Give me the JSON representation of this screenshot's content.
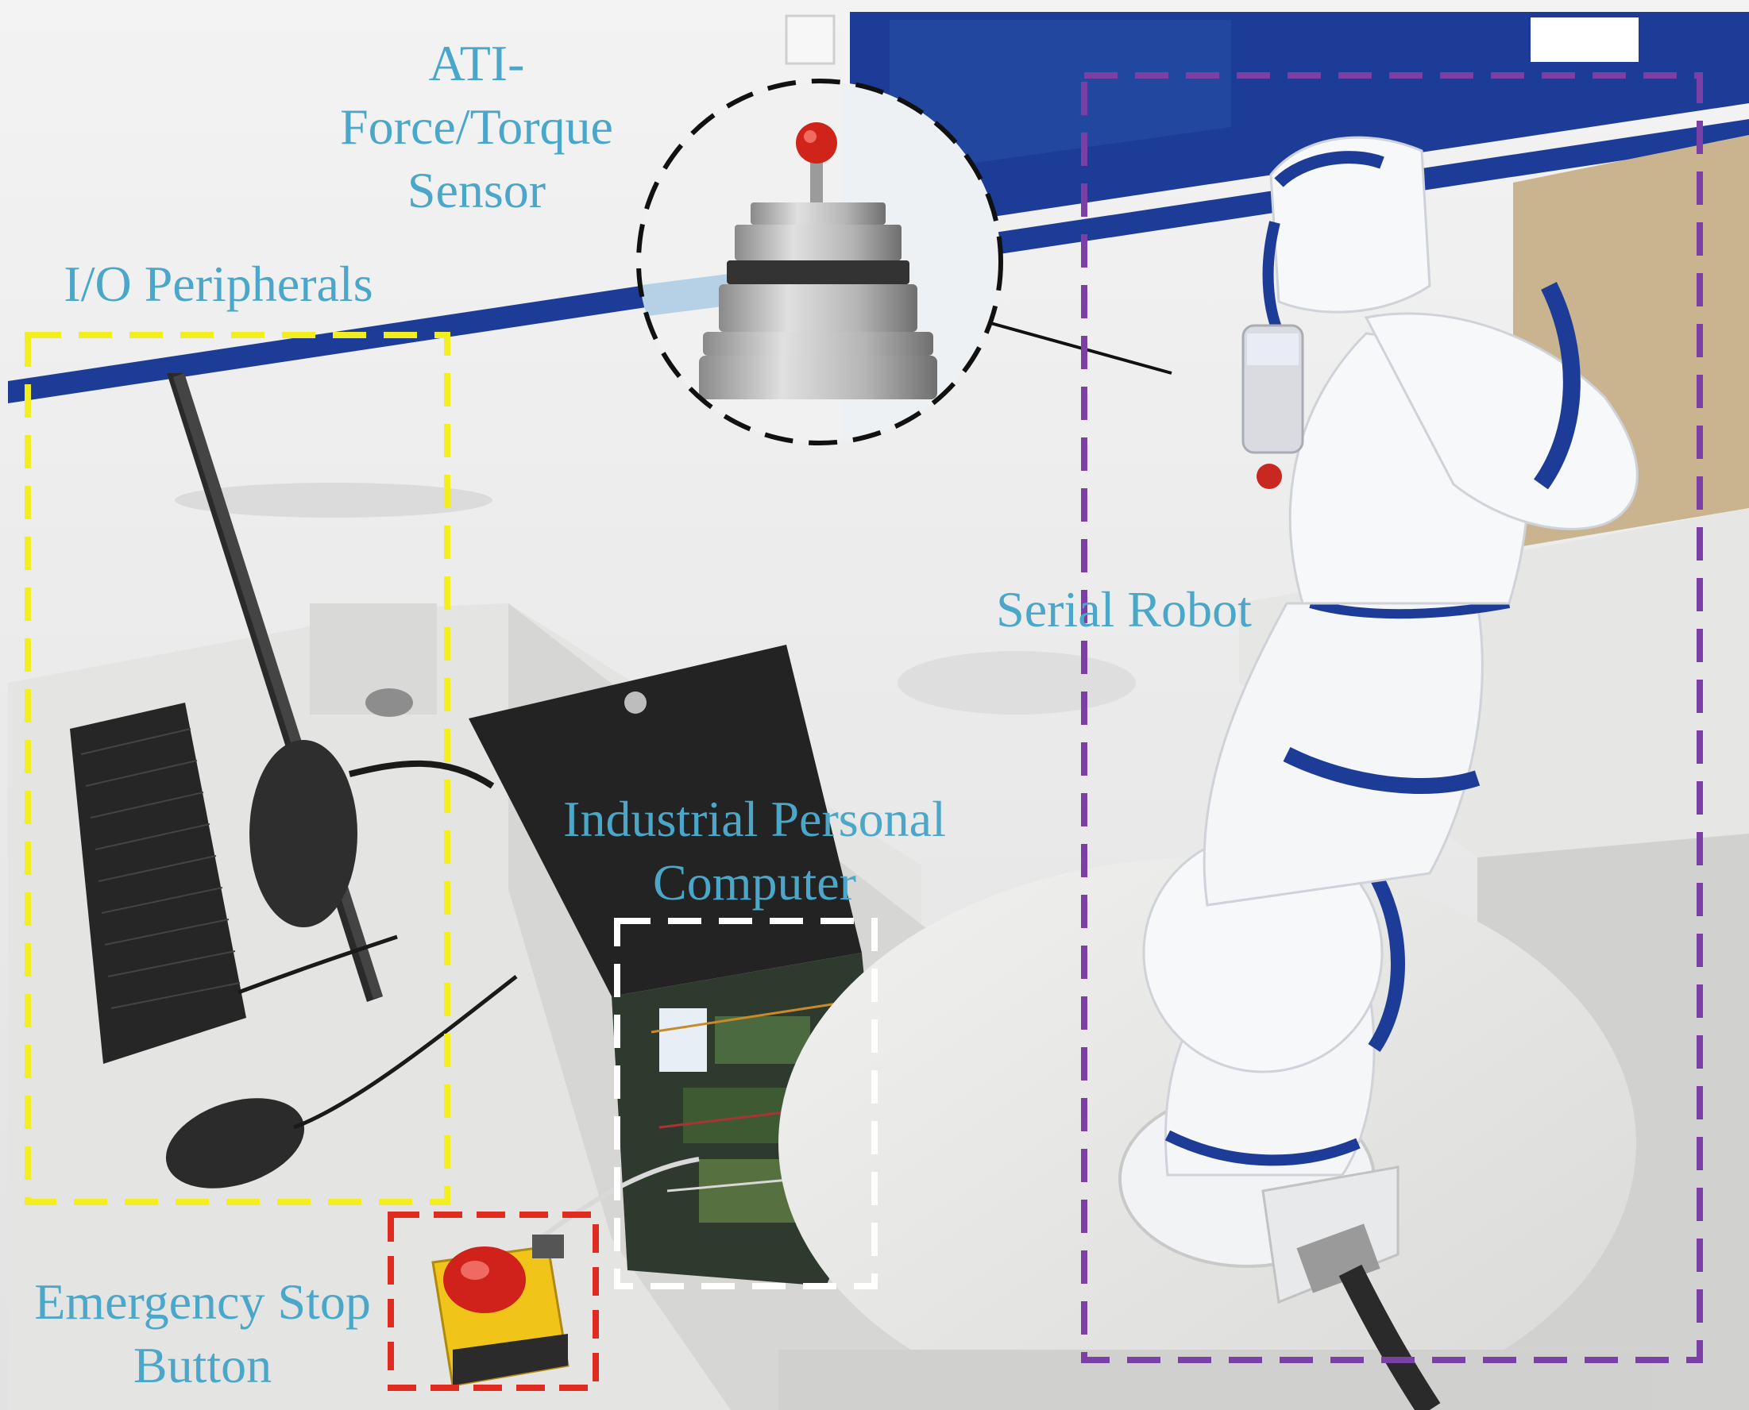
{
  "colors": {
    "label_text": "#4aa7c9",
    "io_box": "#f2ee1f",
    "sensor_circle": "#111111",
    "pc_box": "#ffffff",
    "stop_box": "#e02b20",
    "robot_box": "#7b3fa6",
    "wall": "#efefef",
    "wall_stripe": "#1d3c98",
    "robot_body": "#f5f6f8",
    "robot_band": "#1d3c98"
  },
  "labels": {
    "ati_line1": "ATI-",
    "ati_line2": "Force/Torque",
    "ati_line3": "Sensor",
    "io": "I/O Peripherals",
    "serial_robot": "Serial Robot",
    "ipc_line1": "Industrial Personal",
    "ipc_line2": "Computer",
    "estop_line1": "Emergency Stop",
    "estop_line2": "Button"
  },
  "objects": [
    "monitor",
    "keyboard",
    "mouse",
    "industrial-pc",
    "serial-robot-arm",
    "force-torque-sensor",
    "emergency-stop-button",
    "round-table"
  ]
}
